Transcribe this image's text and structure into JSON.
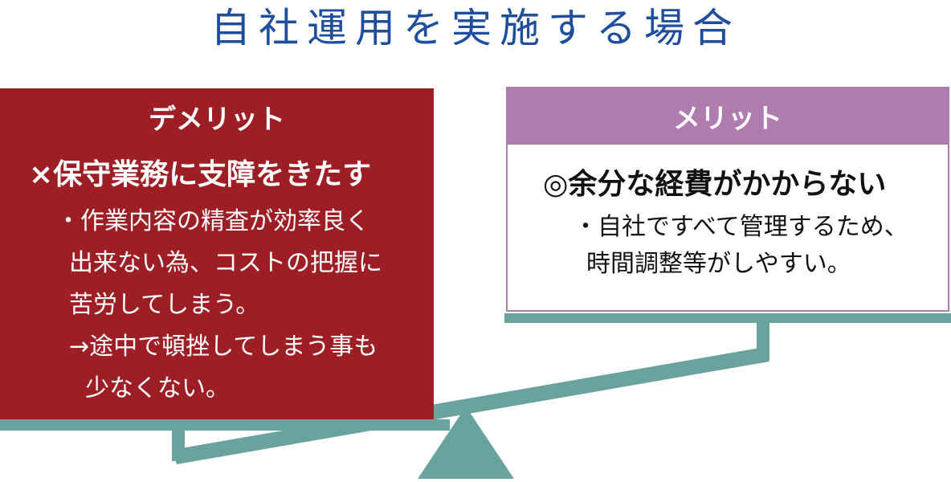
{
  "title": "自社運用を実施する場合",
  "demerit": {
    "heading": "デメリット",
    "main_point": "×保守業務に支障をきたす",
    "detail_lines": [
      "・作業内容の精査が効率良く",
      "出来ない為、コストの把握に",
      "苦労してしまう。",
      "→途中で頓挫してしまう事も",
      "少なくない。"
    ]
  },
  "merit": {
    "heading": "メリット",
    "main_point": "◎余分な経費がかからない",
    "detail_lines": [
      "・自社ですべて管理するため、",
      "時間調整等がしやすい。"
    ]
  },
  "colors": {
    "title": "#1f4e9e",
    "demerit_box": "#9e1e26",
    "merit_accent": "#b07cb0",
    "scale": "#6aa39e"
  }
}
